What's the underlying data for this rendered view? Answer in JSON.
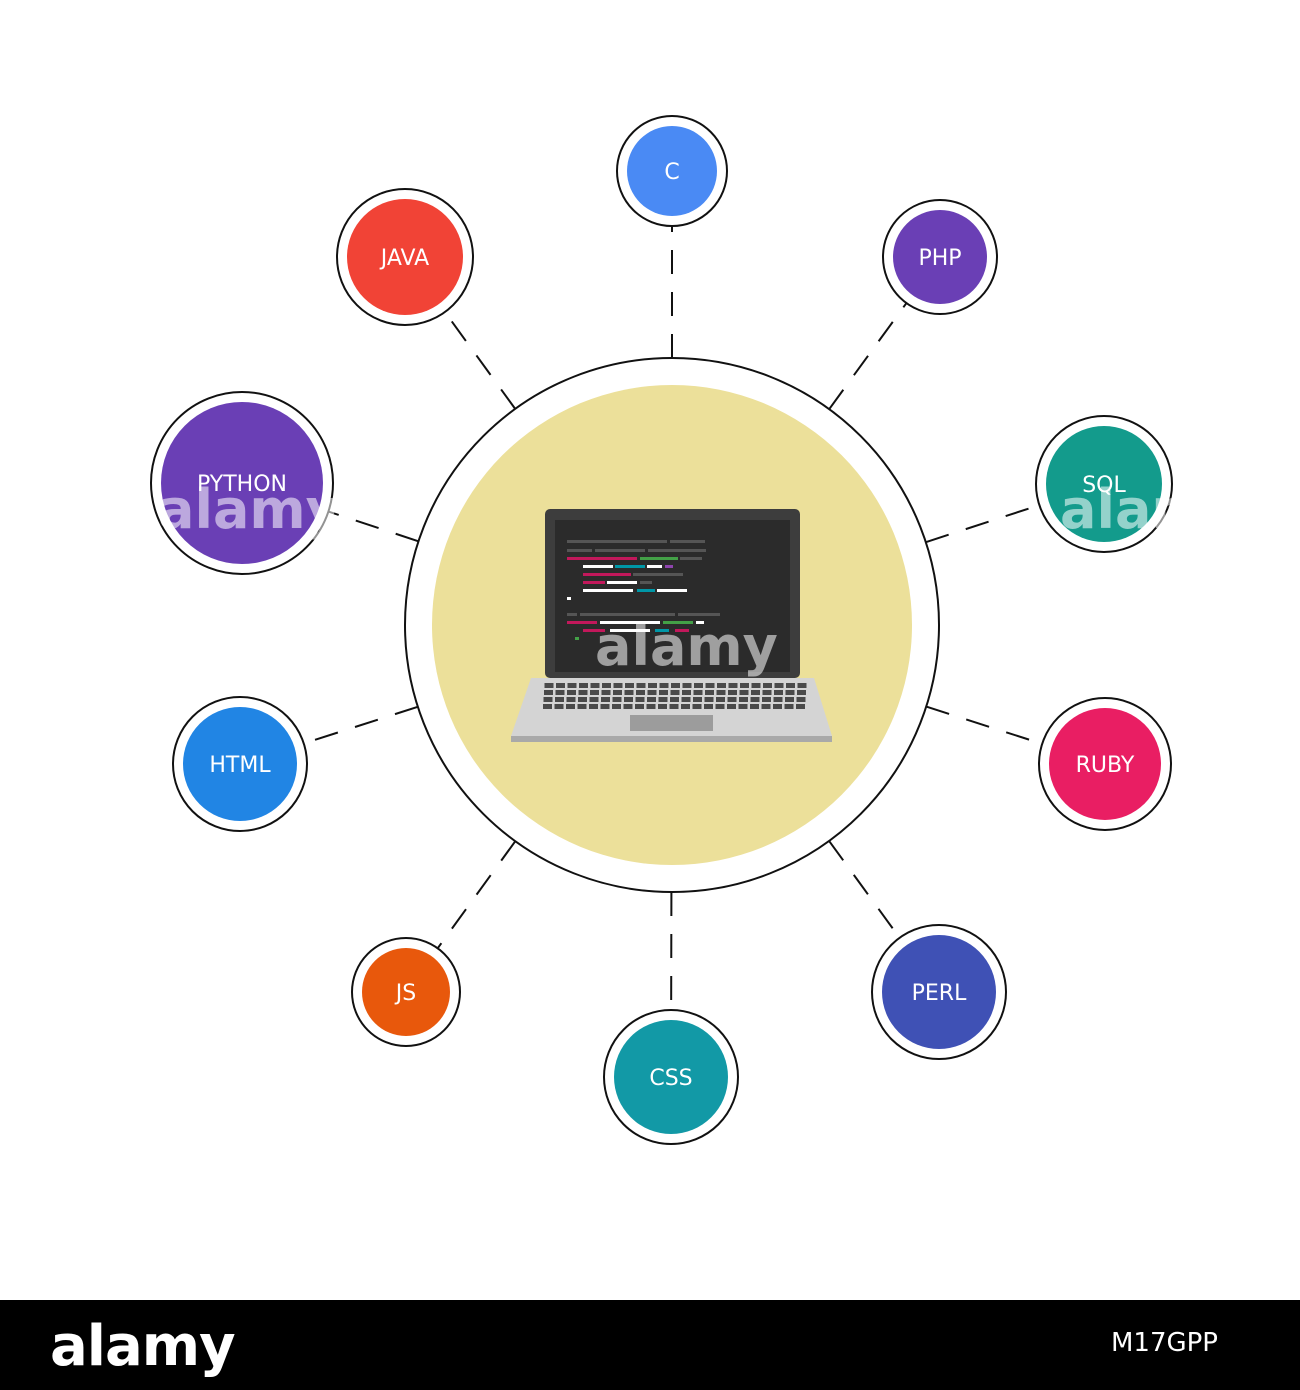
{
  "nodes": [
    {
      "label": "C",
      "color": "#4a8af4"
    },
    {
      "label": "PHP",
      "color": "#6a3fb5"
    },
    {
      "label": "SQL",
      "color": "#139b8c"
    },
    {
      "label": "RUBY",
      "color": "#e91e63"
    },
    {
      "label": "PERL",
      "color": "#3f51b5"
    },
    {
      "label": "CSS",
      "color": "#1299a6"
    },
    {
      "label": "JS",
      "color": "#e8580c"
    },
    {
      "label": "HTML",
      "color": "#2185e4"
    },
    {
      "label": "PYTHON",
      "color": "#6a3fb5"
    },
    {
      "label": "JAVA",
      "color": "#f14336"
    }
  ],
  "center": {
    "fill": "#ece09a",
    "icon": "laptop-code-icon"
  },
  "watermark": {
    "brand": "alamy",
    "image_id": "M17GPP"
  }
}
